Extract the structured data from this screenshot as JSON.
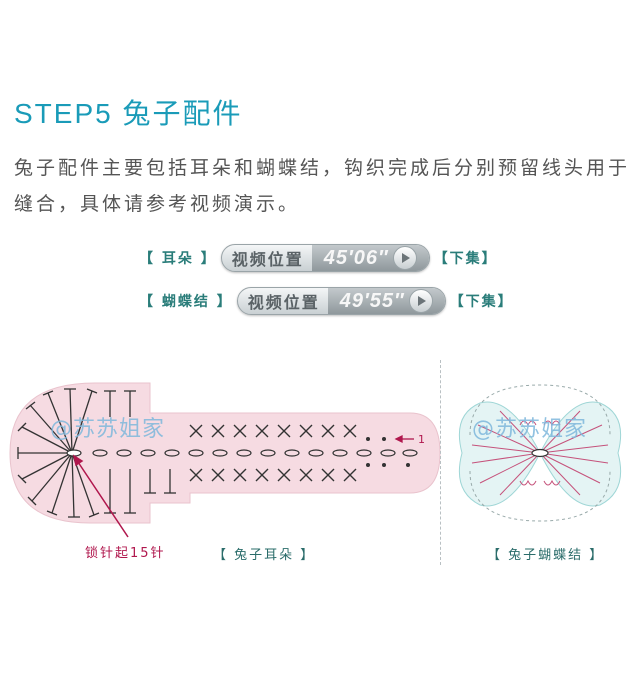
{
  "step_title": "STEP5 兔子配件",
  "description": "兔子配件主要包括耳朵和蝴蝶结，钩织完成后分别预留线头用于缝合，具体请参考视频演示。",
  "videos": [
    {
      "part": "【 耳朵 】",
      "button_label": "视频位置",
      "time": "45′06″",
      "episode": "【下集】"
    },
    {
      "part": "【 蝴蝶结 】",
      "button_label": "视频位置",
      "time": "49′55″",
      "episode": "【下集】"
    }
  ],
  "ear_diagram": {
    "watermark": "@苏苏姐家",
    "row_marker": "1",
    "stitch_note": "锁针起15针",
    "caption": "【 兔子耳朵 】"
  },
  "bow_diagram": {
    "watermark": "@苏苏姐家",
    "caption": "【 兔子蝴蝶结 】"
  },
  "colors": {
    "title": "#1a9bb8",
    "diagram_fill": "#f6dbe2",
    "stitch_red": "#b0174d",
    "bow_fill": "#e4f4f4"
  }
}
